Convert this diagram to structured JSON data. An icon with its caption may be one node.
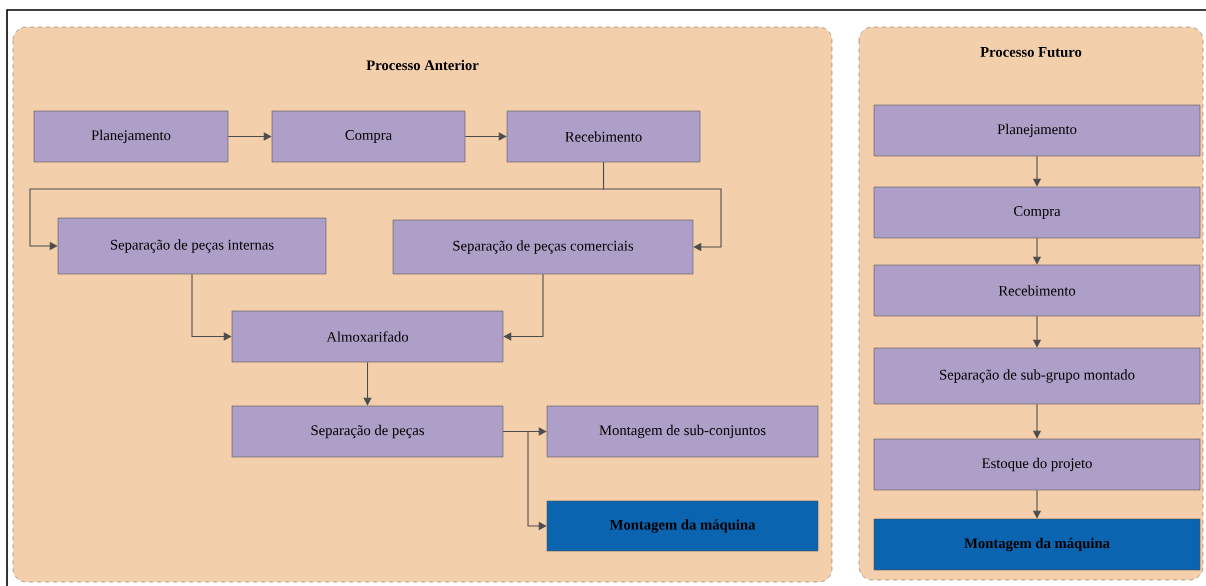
{
  "diagram": {
    "nodes": [
      {
        "text": [
          "Processo Anterior"
        ]
      },
      {
        "text": [
          "Planejamento"
        ],
        "in": 0
      },
      {
        "text": [
          "Compra"
        ],
        "in": 0
      },
      {
        "text": [
          "Recebimento"
        ],
        "in": 0
      },
      {
        "text": [
          "Separação de peças internas"
        ],
        "in": 0
      },
      {
        "text": [
          "Separação de peças comerciais"
        ],
        "in": 0
      },
      {
        "text": [
          "Almoxarifado"
        ],
        "in": 0
      },
      {
        "text": [
          "Separação de peças"
        ],
        "in": 0
      },
      {
        "text": [
          "Montagem de sub-conjuntos"
        ],
        "in": 0
      },
      {
        "text": [
          "Montagem da máquina"
        ],
        "in": 0
      },
      {
        "text": [
          "Processo Futuro"
        ]
      },
      {
        "text": [
          "Planejamento"
        ],
        "in": 10
      },
      {
        "text": [
          "Compra"
        ],
        "in": 10
      },
      {
        "text": [
          "Recebimento"
        ],
        "in": 10
      },
      {
        "text": [
          "Separação de sub-grupo montado"
        ],
        "in": 10
      },
      {
        "text": [
          "Estoque do projeto"
        ],
        "in": 10
      },
      {
        "text": [
          "Montagem da máquina"
        ],
        "in": 10
      }
    ],
    "edges": [
      {
        "from": 1,
        "to": 2,
        "arrow": "to"
      },
      {
        "from": 2,
        "to": 3,
        "arrow": "to"
      },
      {
        "from": 3,
        "to": 4,
        "arrow": "to"
      },
      {
        "from": 3,
        "to": 5,
        "arrow": "to"
      },
      {
        "from": 4,
        "to": 6,
        "arrow": "to"
      },
      {
        "from": 5,
        "to": 6,
        "arrow": "to"
      },
      {
        "from": 6,
        "to": 7,
        "arrow": "to"
      },
      {
        "from": 7,
        "to": 8,
        "arrow": "to"
      },
      {
        "from": 7,
        "to": 9,
        "arrow": "to"
      },
      {
        "from": 11,
        "to": 12,
        "arrow": "to"
      },
      {
        "from": 12,
        "to": 13,
        "arrow": "to"
      },
      {
        "from": 13,
        "to": 14,
        "arrow": "to"
      },
      {
        "from": 14,
        "to": 15,
        "arrow": "to"
      },
      {
        "from": 15,
        "to": 16,
        "arrow": "to"
      }
    ]
  }
}
